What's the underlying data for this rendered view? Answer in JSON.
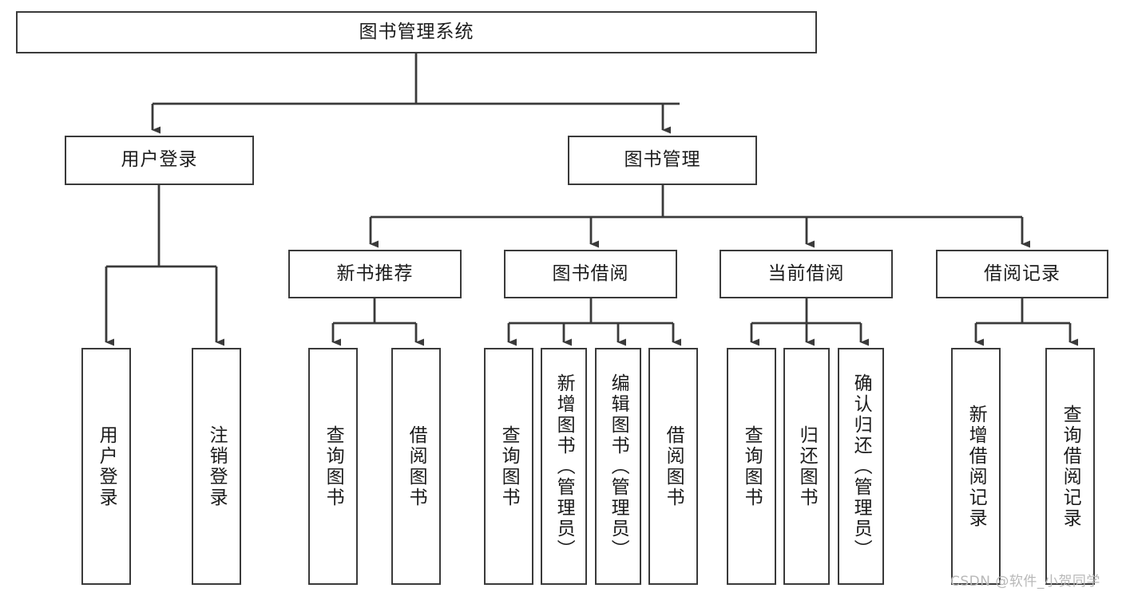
{
  "diagram": {
    "type": "tree",
    "title": "图书管理系统",
    "watermark": "CSDN @软件_小贺同学",
    "colors": {
      "box_border": "#3a3a3a",
      "box_fill": "#ffffff",
      "connector": "#3a3a3a",
      "text": "#1c1c1c",
      "watermark": "#b8b8b8",
      "background": "#ffffff"
    },
    "root": {
      "id": "root",
      "label": "图书管理系统"
    },
    "level2": [
      {
        "id": "user-login",
        "label": "用户登录"
      },
      {
        "id": "book-manage",
        "label": "图书管理"
      }
    ],
    "level3": [
      {
        "id": "new-book-rec",
        "label": "新书推荐",
        "parent": "book-manage"
      },
      {
        "id": "book-borrow",
        "label": "图书借阅",
        "parent": "book-manage"
      },
      {
        "id": "current-borrow",
        "label": "当前借阅",
        "parent": "book-manage"
      },
      {
        "id": "borrow-record",
        "label": "借阅记录",
        "parent": "book-manage"
      }
    ],
    "leaves": [
      {
        "id": "leaf-user-login",
        "label": "用户登录",
        "parent": "user-login"
      },
      {
        "id": "leaf-logout",
        "label": "注销登录",
        "parent": "user-login"
      },
      {
        "id": "leaf-query-book-1",
        "label": "查询图书",
        "parent": "new-book-rec"
      },
      {
        "id": "leaf-borrow-book-1",
        "label": "借阅图书",
        "parent": "new-book-rec"
      },
      {
        "id": "leaf-query-book-2",
        "label": "查询图书",
        "parent": "book-borrow"
      },
      {
        "id": "leaf-add-book",
        "label": "新增图书（管理员）",
        "parent": "book-borrow"
      },
      {
        "id": "leaf-edit-book",
        "label": "编辑图书（管理员）",
        "parent": "book-borrow"
      },
      {
        "id": "leaf-borrow-book-2",
        "label": "借阅图书",
        "parent": "book-borrow"
      },
      {
        "id": "leaf-query-book-3",
        "label": "查询图书",
        "parent": "current-borrow"
      },
      {
        "id": "leaf-return-book",
        "label": "归还图书",
        "parent": "current-borrow"
      },
      {
        "id": "leaf-confirm-return",
        "label": "确认归还（管理员）",
        "parent": "current-borrow"
      },
      {
        "id": "leaf-add-record",
        "label": "新增借阅记录",
        "parent": "borrow-record"
      },
      {
        "id": "leaf-query-record",
        "label": "查询借阅记录",
        "parent": "borrow-record"
      }
    ]
  }
}
